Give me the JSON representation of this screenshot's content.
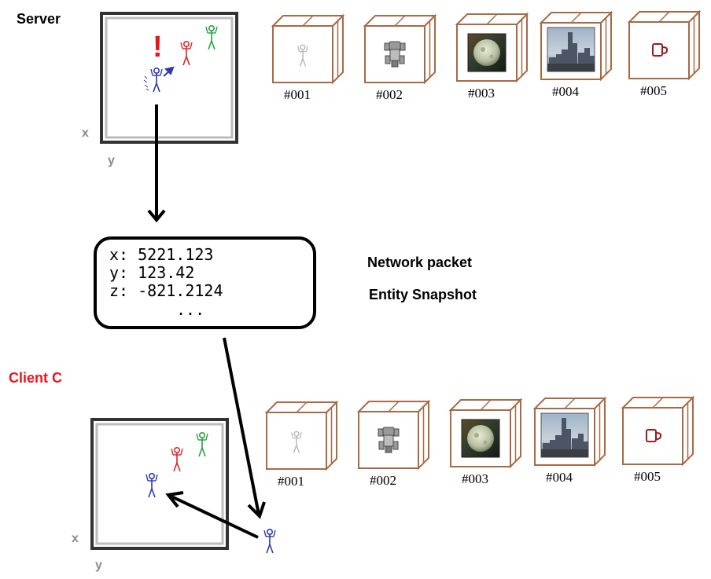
{
  "labels": {
    "server": "Server",
    "client": "Client C",
    "network_packet": "Network packet",
    "entity_snapshot": "Entity Snapshot",
    "alert_mark": "!"
  },
  "axes": {
    "server_x": "x",
    "server_y": "y",
    "client_x": "x",
    "client_y": "y"
  },
  "packet": {
    "line1": "x: 5221.123",
    "line2": "y: 123.42",
    "line3": "z: -821.2124",
    "line4": "..."
  },
  "server_assets": [
    {
      "id": "#001",
      "icon": "stick-figure-icon"
    },
    {
      "id": "#002",
      "icon": "robot-icon"
    },
    {
      "id": "#003",
      "icon": "moon-icon"
    },
    {
      "id": "#004",
      "icon": "city-skyline-icon"
    },
    {
      "id": "#005",
      "icon": "mug-icon"
    }
  ],
  "client_assets": [
    {
      "id": "#001",
      "icon": "stick-figure-icon"
    },
    {
      "id": "#002",
      "icon": "robot-icon"
    },
    {
      "id": "#003",
      "icon": "moon-icon"
    },
    {
      "id": "#004",
      "icon": "city-skyline-icon"
    },
    {
      "id": "#005",
      "icon": "mug-icon"
    }
  ],
  "colors": {
    "box_edge": "#a86a45",
    "alert_red": "#e8161c",
    "figure_red": "#d9262a",
    "figure_green": "#25a33a",
    "figure_blue": "#2b3bb0",
    "axis_gray": "#8a8a8a"
  }
}
